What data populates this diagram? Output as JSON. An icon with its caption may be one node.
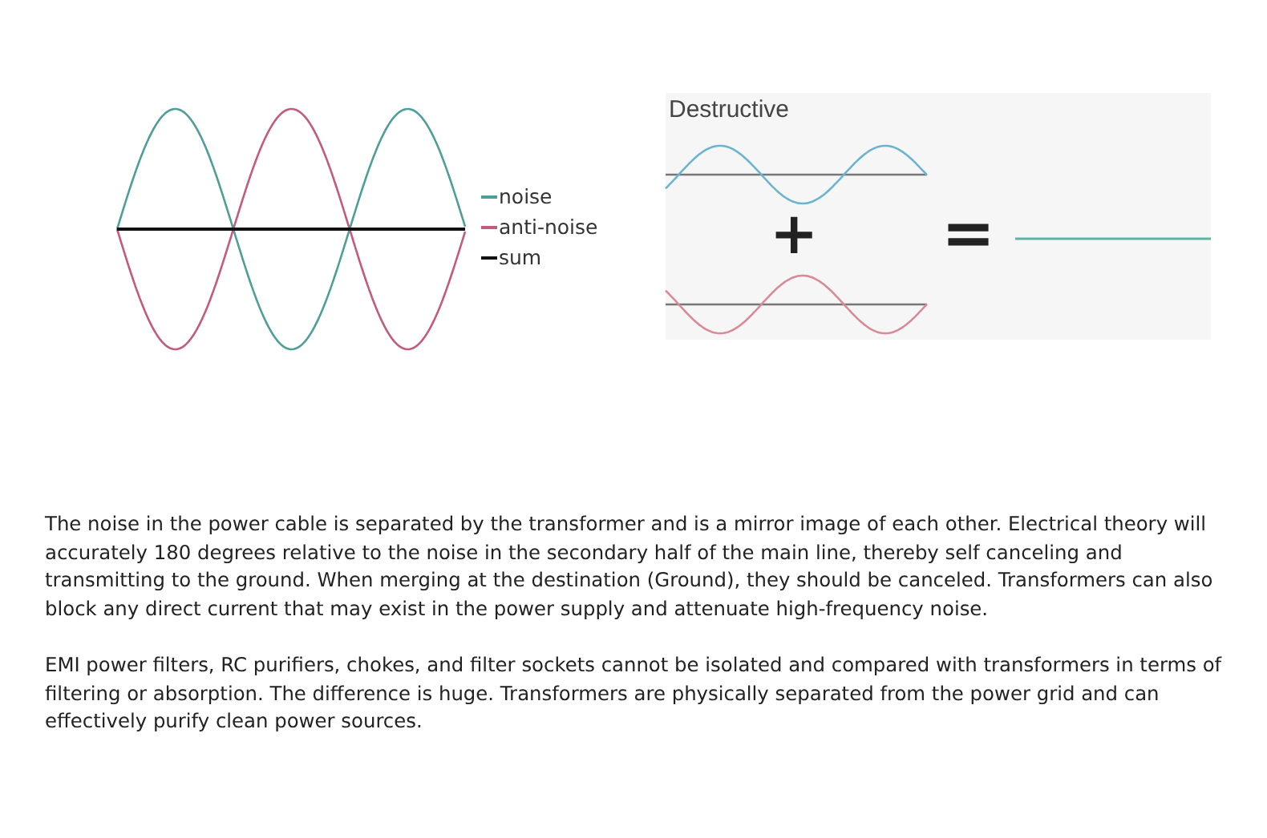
{
  "diagram": {
    "labels": [
      "Destructive",
      "+",
      "=",
      "The noise in the power cable is separated by the transformer and is a mirror image of each other. Electrical theory will accurately 180 degrees relative to the noise in the secondary half of the main line, thereby self canceling and transmitting to the ground. When merging at the destination (Ground), they should be canceled. Transformers can also block any direct current that may exist in the power supply and attenuate high-frequency noise.",
      "EMI power filters, RC purifiers, chokes, and filter sockets cannot be isolated and compared with transformers in terms of filtering or absorption. The difference is huge. Transformers are physically separated from the power grid and can effectively purify clean power sources."
    ],
    "legend": [
      {
        "text": "noise"
      },
      {
        "text": "anti-noise"
      },
      {
        "text": "sum"
      }
    ]
  }
}
